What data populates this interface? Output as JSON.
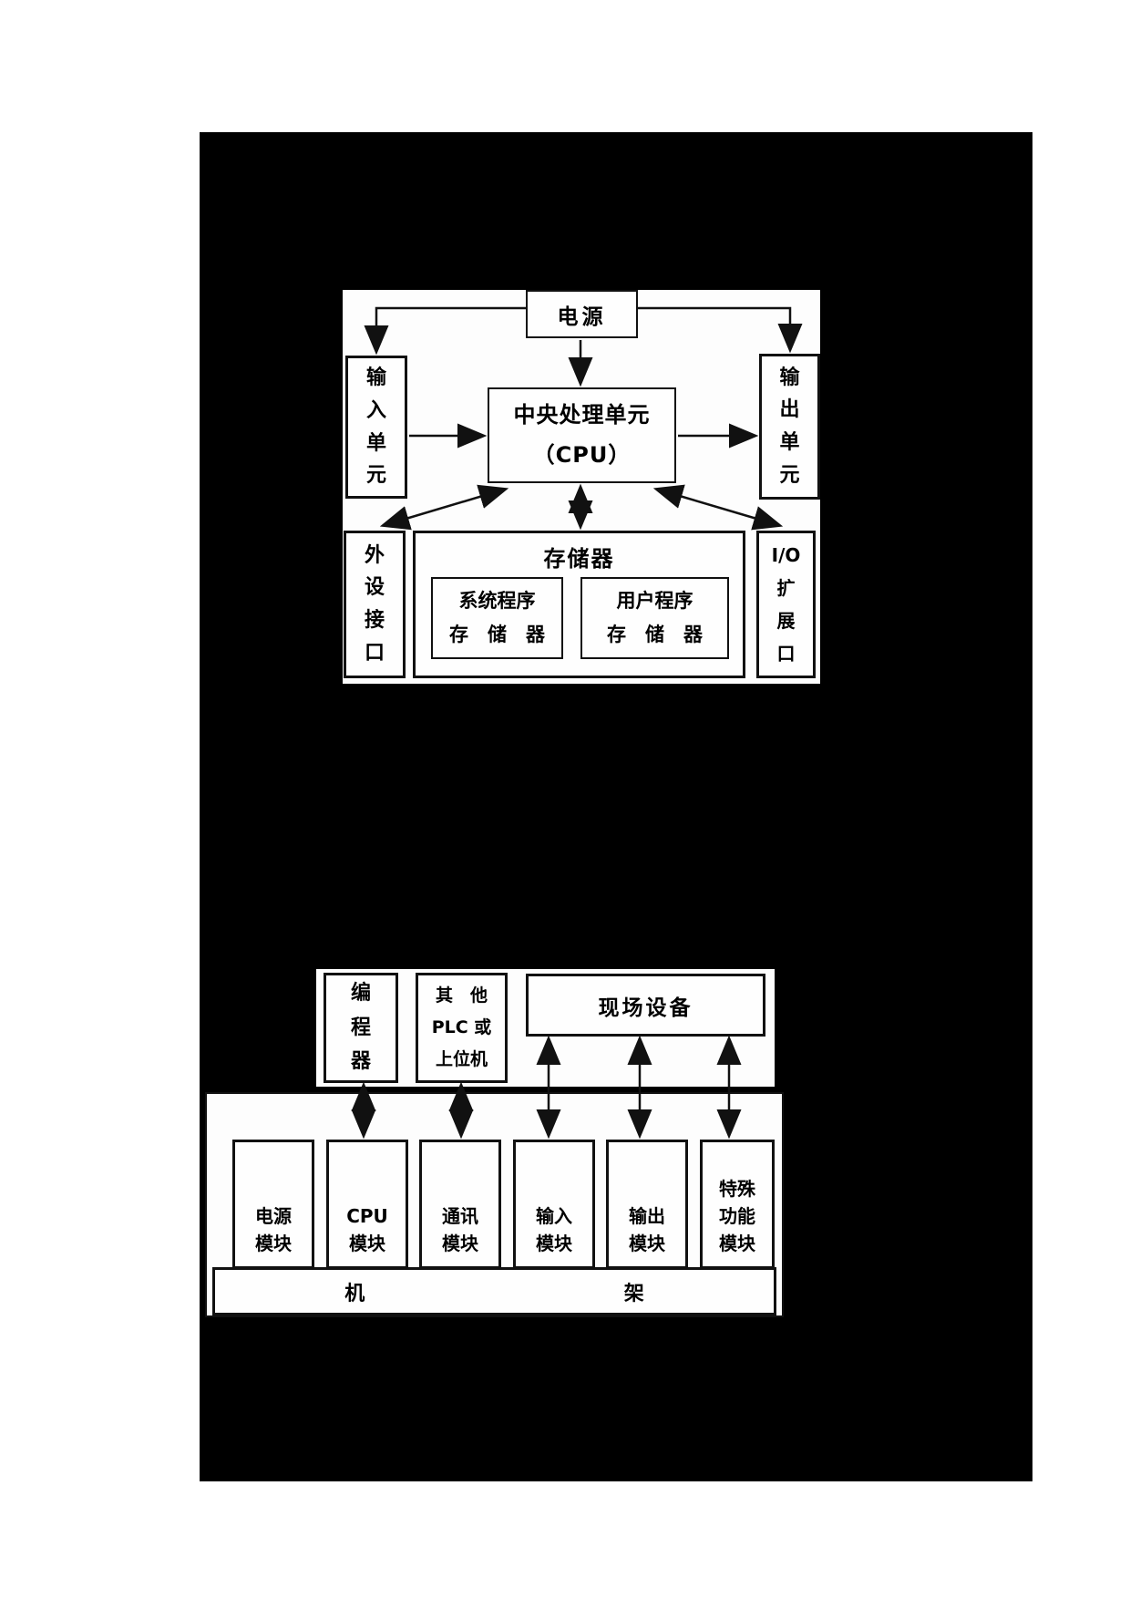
{
  "figure1": {
    "title_semantic": "PLC internal structure block diagram",
    "power": "电源",
    "cpu": [
      "中央处理单元",
      "（CPU）"
    ],
    "input_unit": [
      "输",
      "入",
      "单",
      "元"
    ],
    "output_unit": [
      "输",
      "出",
      "单",
      "元"
    ],
    "memory_title": "存储器",
    "system_memory": [
      "系统程序",
      "存　储　器"
    ],
    "user_memory": [
      "用户程序",
      "存　储　器"
    ],
    "peripheral_port": [
      "外",
      "设",
      "接",
      "口"
    ],
    "io_expansion": [
      "I/O",
      "扩",
      "展",
      "口"
    ]
  },
  "figure2": {
    "title_semantic": "PLC module rack block diagram",
    "programmer": [
      "编",
      "程",
      "器"
    ],
    "other_plc": [
      "其　他",
      "PLC 或",
      "上位机"
    ],
    "field_devices": "现场设备",
    "modules": [
      [
        "电源",
        "模块"
      ],
      [
        "CPU",
        "模块"
      ],
      [
        "通讯",
        "模块"
      ],
      [
        "输入",
        "模块"
      ],
      [
        "输出",
        "模块"
      ],
      [
        "特殊",
        "功能",
        "模块"
      ]
    ],
    "rack": [
      "机",
      "架"
    ]
  },
  "colors": {
    "page_background": "#ffffff",
    "panel_background": "#000000",
    "line_color": "#111111",
    "box_background": "#fefefe"
  }
}
